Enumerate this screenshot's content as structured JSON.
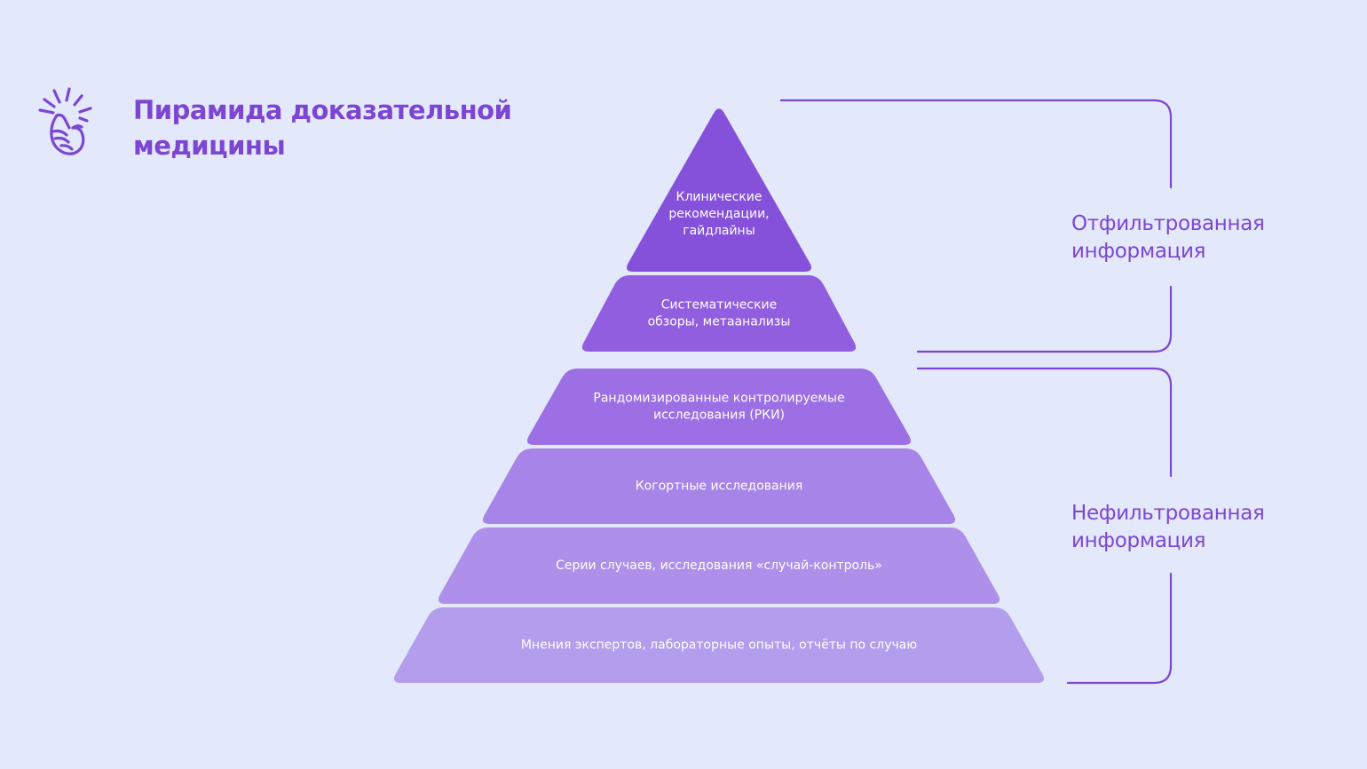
{
  "title": {
    "line1": "Пирамида доказательной",
    "line2": "медицины"
  },
  "logo_icon": "hand-snap-icon",
  "groups": {
    "filtered": {
      "line1": "Отфильтрованная",
      "line2": "информация"
    },
    "unfiltered": {
      "line1": "Нефильтрованная",
      "line2": "информация"
    }
  },
  "pyramid": {
    "tiers": [
      {
        "lines": [
          "Клинические",
          "рекомендации,",
          "гайдлайны"
        ],
        "color": "#8551db"
      },
      {
        "lines": [
          "Систематические",
          "обзоры, метаанализы"
        ],
        "color": "#915ee0"
      },
      {
        "lines": [
          "Рандомизированные контролируемые",
          "исследования (РКИ)"
        ],
        "color": "#9c6fe4"
      },
      {
        "lines": [
          "Когортные исследования"
        ],
        "color": "#a784e7"
      },
      {
        "lines": [
          "Серии случаев, исследования «случай-контроль»"
        ],
        "color": "#ae90ea"
      },
      {
        "lines": [
          "Мнения экспертов, лабораторные опыты, отчёты по случаю"
        ],
        "color": "#b39ded"
      }
    ]
  },
  "colors": {
    "background": "#e3e9fb",
    "accent": "#7c46d2"
  }
}
